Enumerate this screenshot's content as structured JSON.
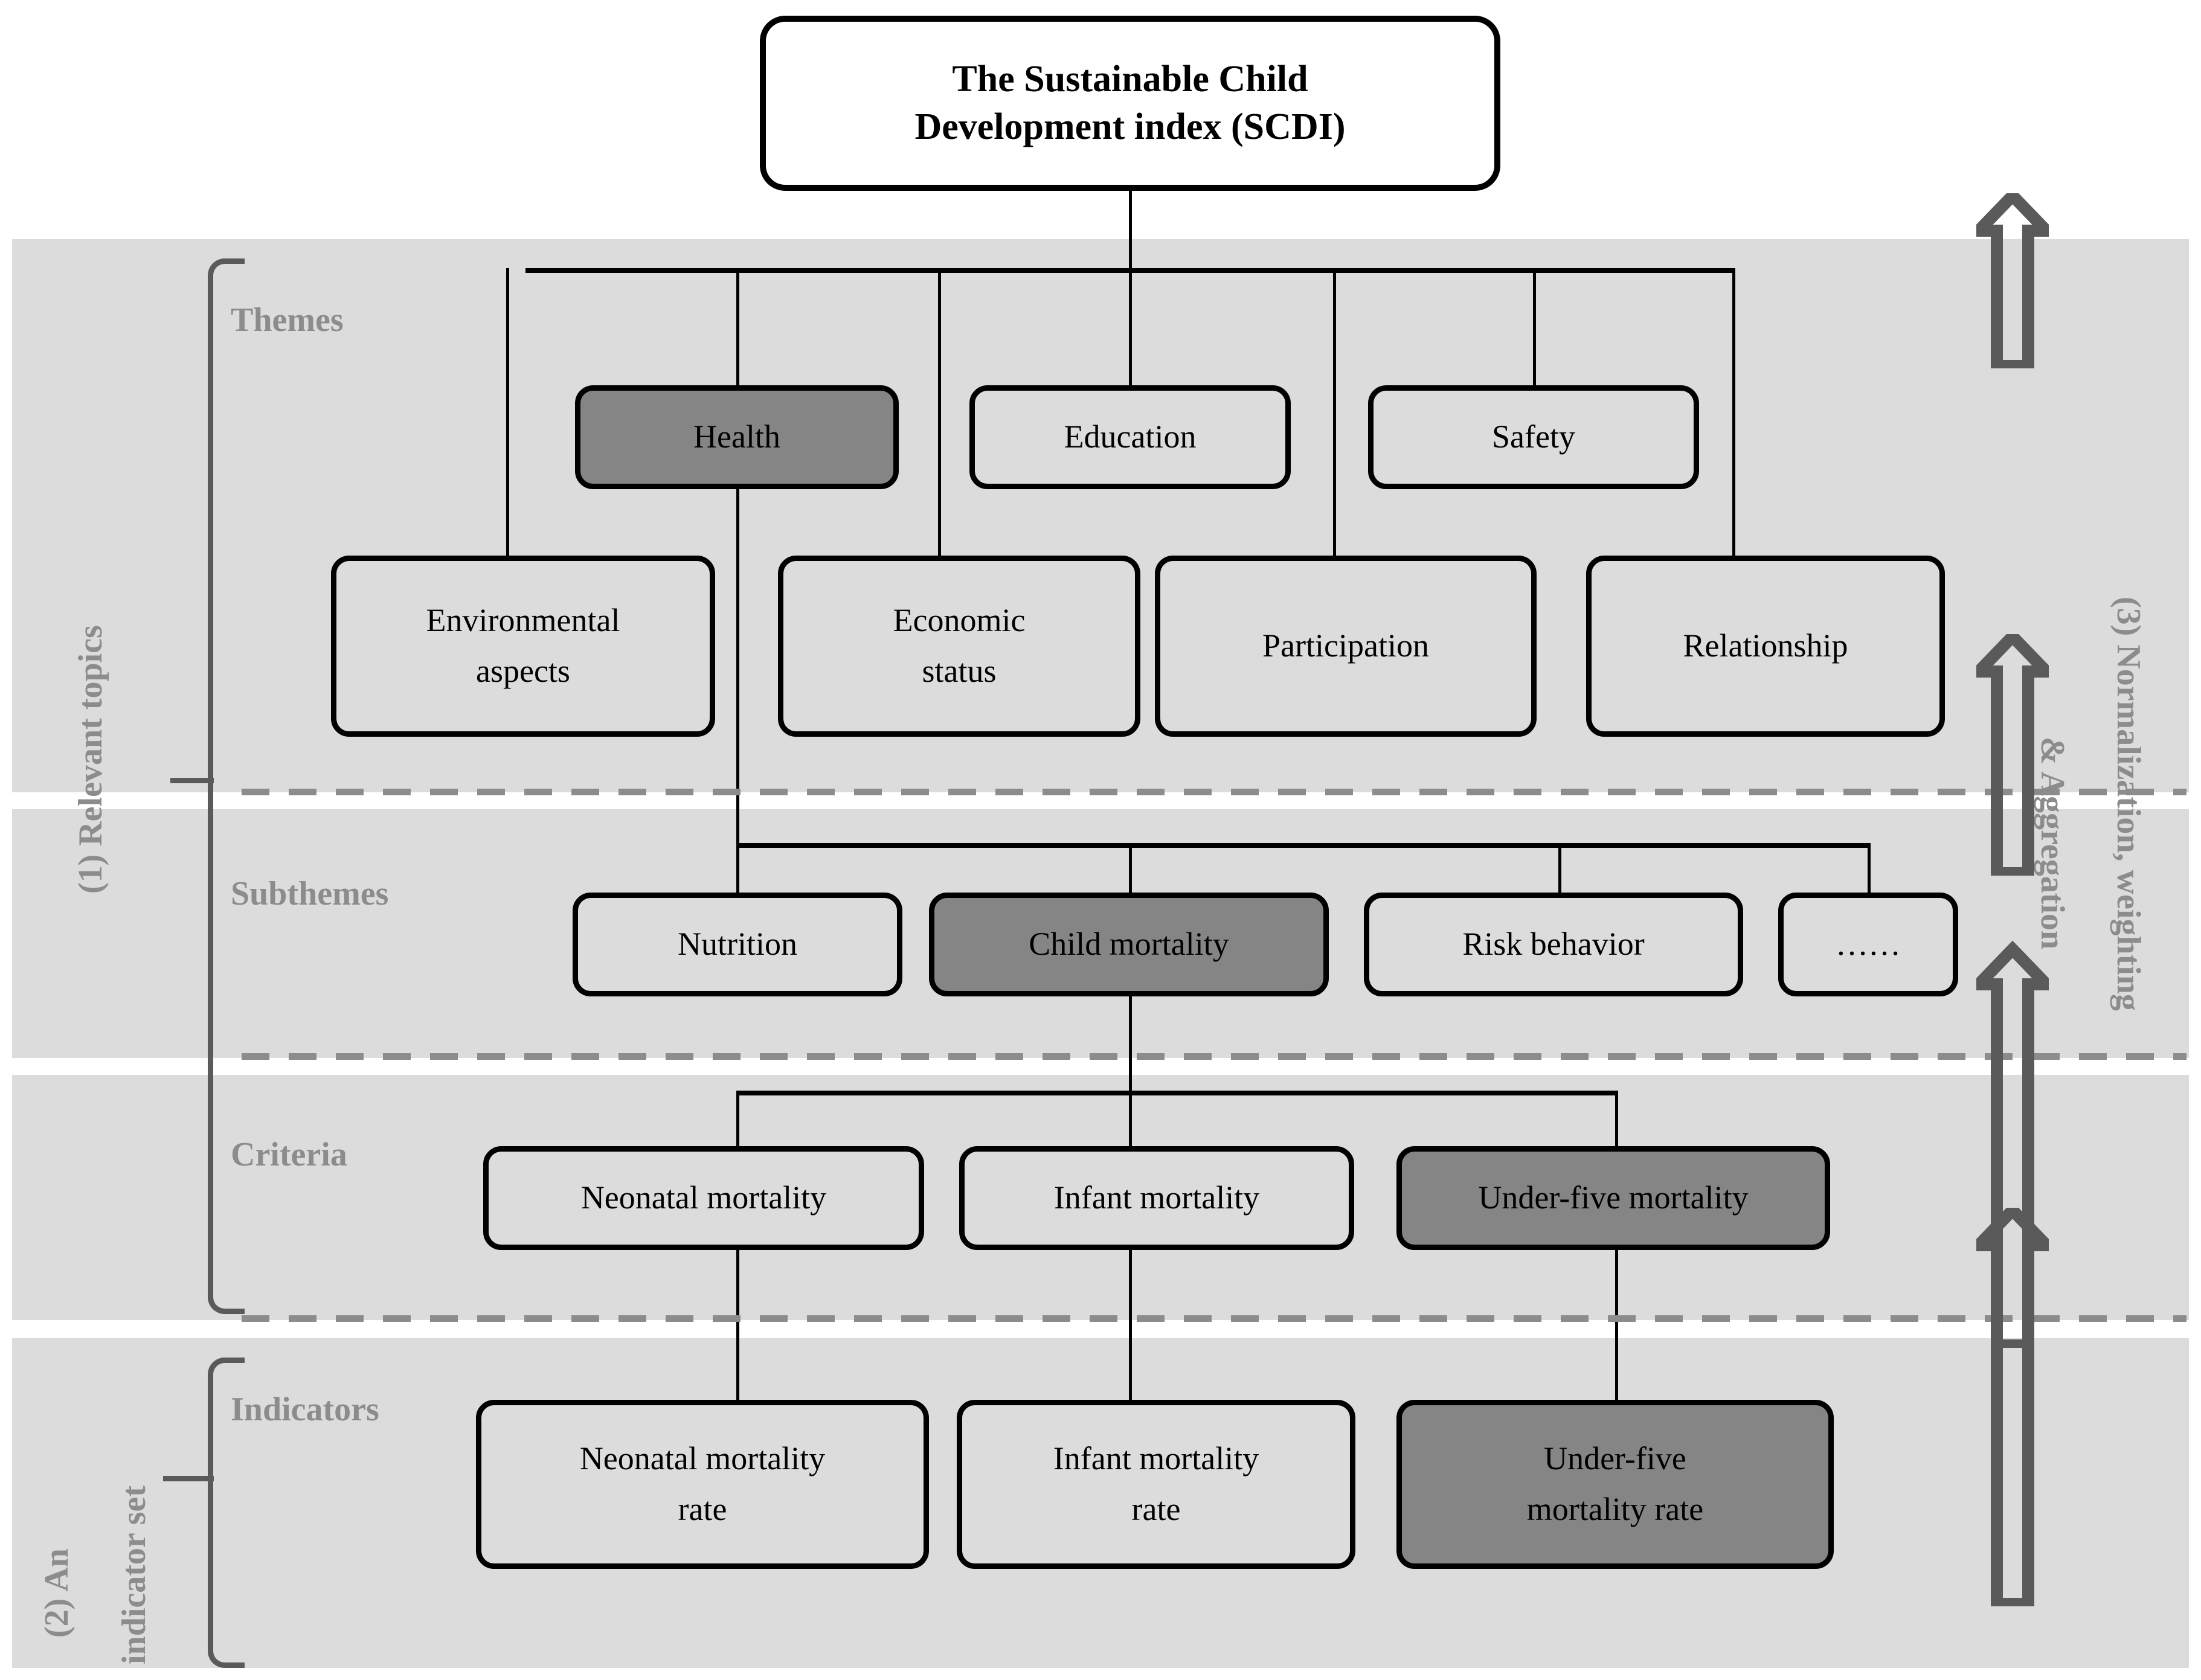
{
  "diagram": {
    "title_line1": "The Sustainable Child",
    "title_line2": "Development index (SCDI)",
    "row_labels": {
      "themes": "Themes",
      "subthemes": "Subthemes",
      "criteria": "Criteria",
      "indicators": "Indicators"
    },
    "side_labels": {
      "left_upper": "(1)  Relevant topics",
      "left_lower_line1": "(2) An",
      "left_lower_line2": "indicator set",
      "right_line1": "(3) Normalization, weighting",
      "right_line2": "& Aggregation"
    },
    "themes": [
      {
        "label": "Health",
        "highlight": true
      },
      {
        "label": "Education",
        "highlight": false
      },
      {
        "label": "Safety",
        "highlight": false
      }
    ],
    "topics": [
      {
        "line1": "Environmental",
        "line2": "aspects",
        "highlight": false
      },
      {
        "line1": "Economic",
        "line2": "status",
        "highlight": false
      },
      {
        "line1": "Participation",
        "line2": "",
        "highlight": false
      },
      {
        "line1": "Relationship",
        "line2": "",
        "highlight": false
      }
    ],
    "subthemes": [
      {
        "label": "Nutrition",
        "highlight": false
      },
      {
        "label": "Child mortality",
        "highlight": true
      },
      {
        "label": "Risk behavior",
        "highlight": false
      },
      {
        "label": "……",
        "highlight": false
      }
    ],
    "criteria": [
      {
        "label": "Neonatal mortality",
        "highlight": false
      },
      {
        "label": "Infant mortality",
        "highlight": false
      },
      {
        "label": "Under-five mortality",
        "highlight": true
      }
    ],
    "indicators": [
      {
        "line1": "Neonatal mortality",
        "line2": "rate",
        "highlight": false
      },
      {
        "line1": "Infant mortality",
        "line2": "rate",
        "highlight": false
      },
      {
        "line1": "Under-five",
        "line2": "mortality rate",
        "highlight": true
      }
    ],
    "colors": {
      "band": "#dcdcdc",
      "highlight_fill": "#858585",
      "plain_fill": "#dcdcdc",
      "stroke": "#000000",
      "label_gray": "#8c8c8c",
      "bracket_gray": "#5a5a5a",
      "page": "#ffffff"
    },
    "arrows": {
      "name": "up-arrow",
      "count": 4,
      "meaning": "Normalization, weighting & Aggregation direction (bottom-up)"
    }
  }
}
